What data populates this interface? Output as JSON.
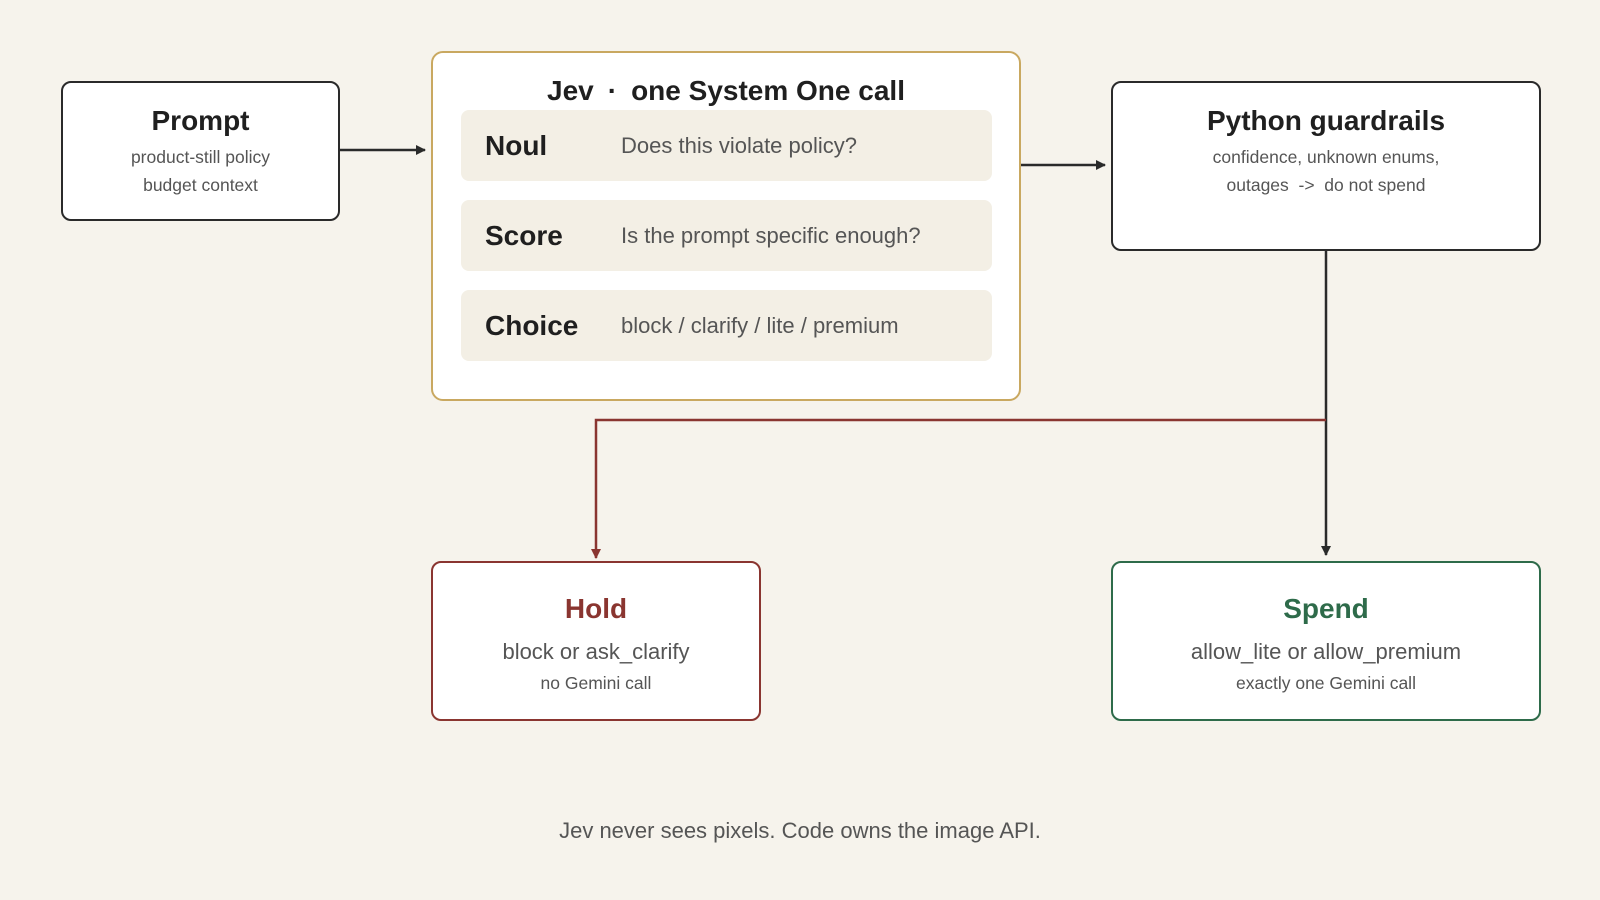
{
  "prompt": {
    "title": "Prompt",
    "lines": [
      "product-still policy",
      "budget context"
    ]
  },
  "jev": {
    "title_left": "Jev",
    "separator": "·",
    "title_right": "one System One call",
    "steps": [
      {
        "name": "Noul",
        "desc": "Does this violate policy?"
      },
      {
        "name": "Score",
        "desc": "Is the prompt specific enough?"
      },
      {
        "name": "Choice",
        "desc": "block / clarify / lite / premium"
      }
    ]
  },
  "guardrails": {
    "title": "Python guardrails",
    "lines": [
      "confidence, unknown enums,",
      "outages  ->  do not spend"
    ]
  },
  "hold": {
    "title": "Hold",
    "main": "block or ask_clarify",
    "note": "no Gemini call"
  },
  "spend": {
    "title": "Spend",
    "main": "allow_lite or allow_premium",
    "note": "exactly one Gemini call"
  },
  "footer": "Jev never sees pixels. Code owns the image API.",
  "colors": {
    "background": "#f6f3ec",
    "jev_border": "#c9a860",
    "hold": "#8a3530",
    "spend": "#2e6b4a",
    "neutral_line": "#2a2a2a"
  }
}
